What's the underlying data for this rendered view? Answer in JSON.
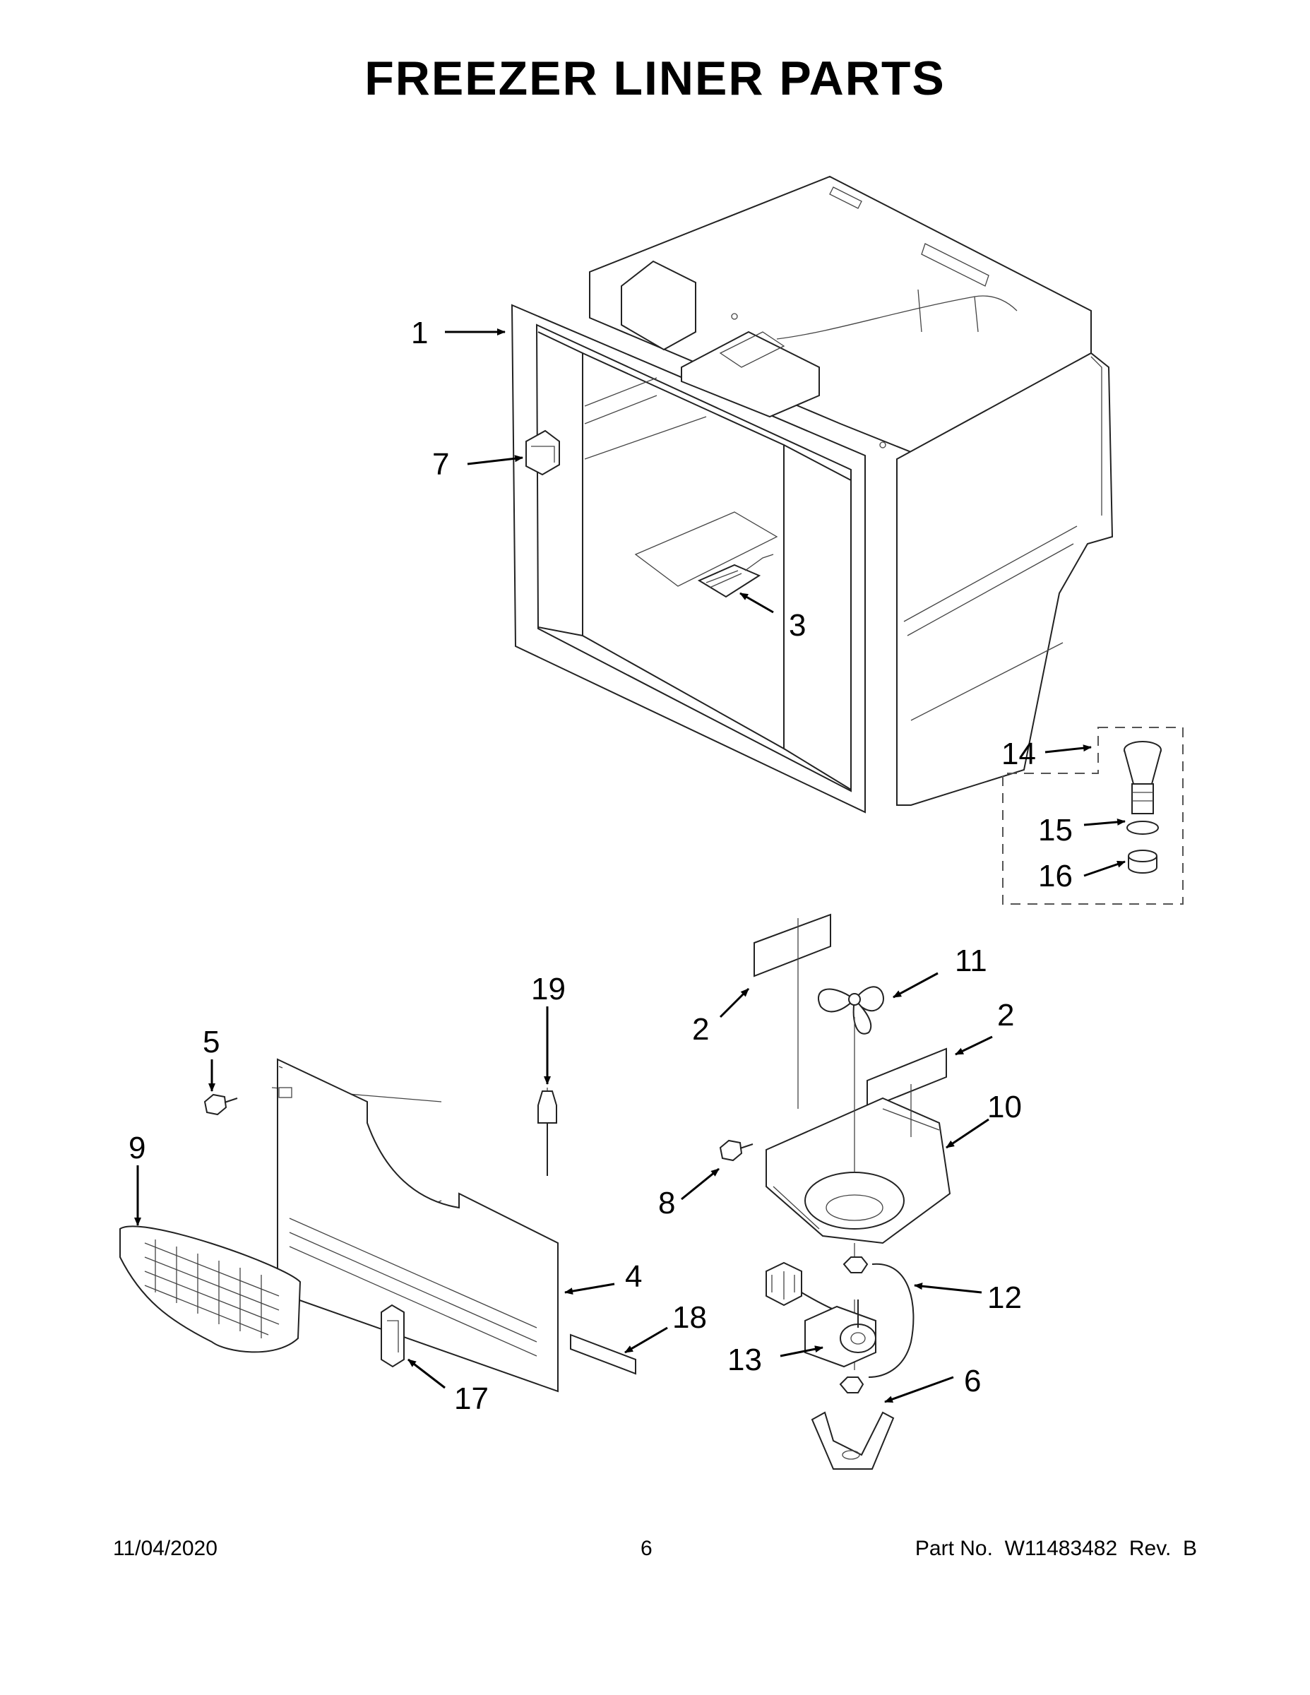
{
  "title": "FREEZER LINER PARTS",
  "callouts": {
    "c1": "1",
    "c2a": "2",
    "c2b": "2",
    "c3": "3",
    "c4": "4",
    "c5": "5",
    "c6": "6",
    "c7": "7",
    "c8": "8",
    "c9": "9",
    "c10": "10",
    "c11": "11",
    "c12": "12",
    "c13": "13",
    "c14": "14",
    "c15": "15",
    "c16": "16",
    "c17": "17",
    "c18": "18",
    "c19": "19"
  },
  "footer": {
    "date": "11/04/2020",
    "page": "6",
    "part_no": "Part No.  W11483482  Rev.  B"
  }
}
